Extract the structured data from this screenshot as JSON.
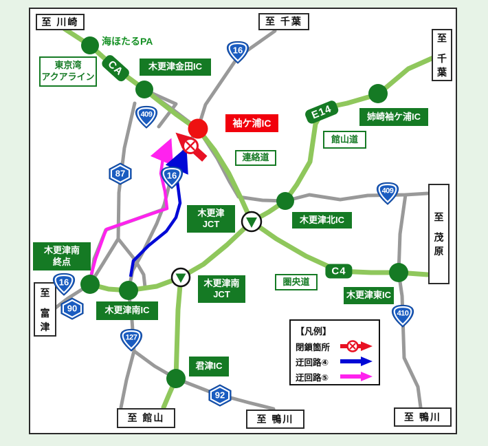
{
  "colors": {
    "background": "#e7f3e7",
    "expressway_green": "#8fc75c",
    "dark_green": "#157a24",
    "road_gray": "#999999",
    "closure_red": "#e81123",
    "detour4_blue": "#0009d6",
    "detour5_magenta": "#ff22ee",
    "shield_blue": "#1a5cc0"
  },
  "boxes": {
    "kawasaki": "至 川崎",
    "chiba_top": "至 千葉",
    "chiba_right": "至 千葉",
    "mobara": "至 茂原",
    "futtsu": "至 富津",
    "tateyama": "至 館山",
    "kamogawa_center": "至 鴨川",
    "kamogawa_right": "至 鴨川"
  },
  "ic_labels": {
    "kaneda": "木更津金田IC",
    "anesaki": "姉崎袖ケ浦IC",
    "sodegaura": "袖ケ浦IC",
    "kita": "木更津北IC",
    "jct_l1": "木更津",
    "jct_l2": "JCT",
    "minami_shuten_l1": "木更津南",
    "minami_shuten_l2": "終点",
    "minami_jct_l1": "木更津南",
    "minami_jct_l2": "JCT",
    "minami_ic": "木更津南IC",
    "higashi": "木更津東IC",
    "kimitsu": "君津IC"
  },
  "road_labels": {
    "umihotaru": "海ほたるPA",
    "aqualine_l1": "東京湾",
    "aqualine_l2": "アクアライン",
    "tateyamado": "館山道",
    "renrakudo": "連絡道",
    "kenodo": "圏央道"
  },
  "shields": {
    "r16": "16",
    "r409": "409",
    "r87": "87",
    "r90": "90",
    "r92": "92",
    "r127": "127",
    "r410": "410",
    "ca": "CA",
    "e14": "E14",
    "c4": "C4"
  },
  "legend": {
    "header": "【凡例】",
    "closure": "閉鎖箇所",
    "detour4": "迂回路④",
    "detour5": "迂回路⑤"
  }
}
